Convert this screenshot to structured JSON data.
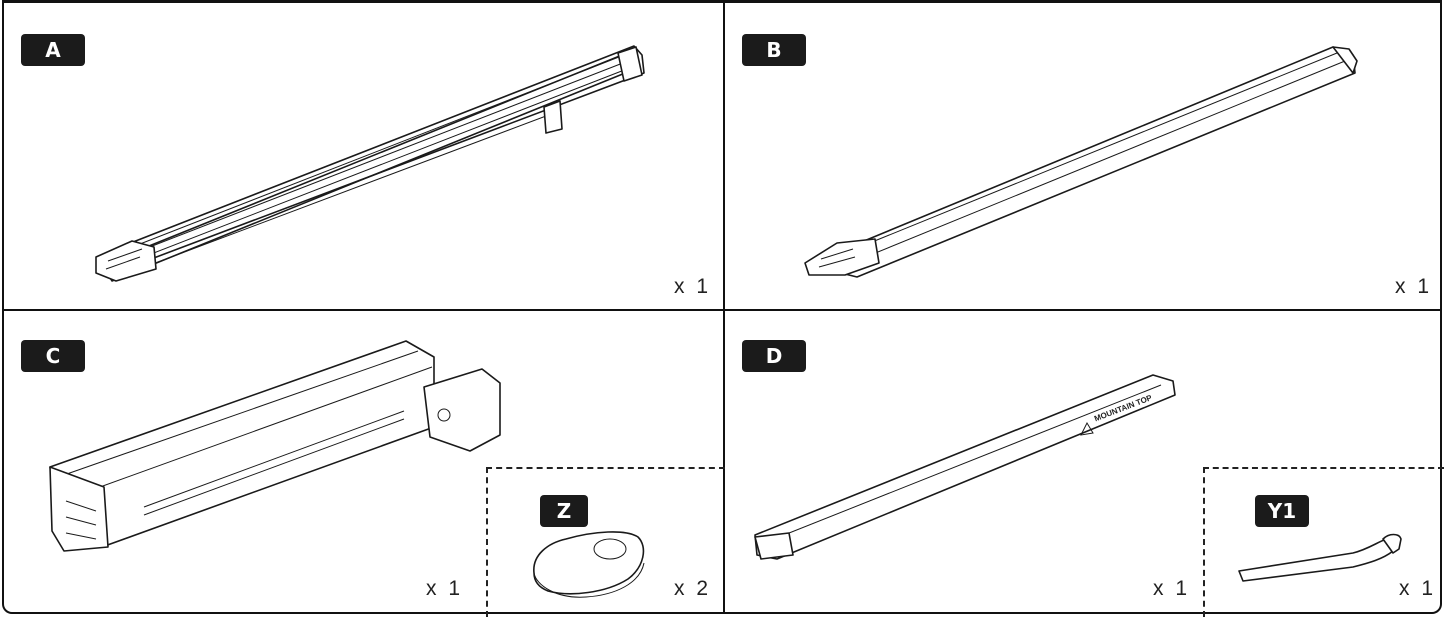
{
  "parts": [
    {
      "id": "A",
      "label": "A",
      "quantity": "x 1",
      "name": "awning-rail-part-a"
    },
    {
      "id": "B",
      "label": "B",
      "quantity": "x 1",
      "name": "awning-rail-part-b"
    },
    {
      "id": "C",
      "label": "C",
      "quantity": "x 1",
      "name": "roller-housing-part-c"
    },
    {
      "id": "D",
      "label": "D",
      "quantity": "x 1",
      "name": "cover-bar-part-d"
    }
  ],
  "subparts": {
    "Z": {
      "label": "Z",
      "quantity": "x 2",
      "name": "remote-control"
    },
    "Y1": {
      "label": "Y1",
      "quantity": "x 1",
      "name": "key-tool"
    }
  },
  "logo_text": "MOUNTAIN TOP"
}
